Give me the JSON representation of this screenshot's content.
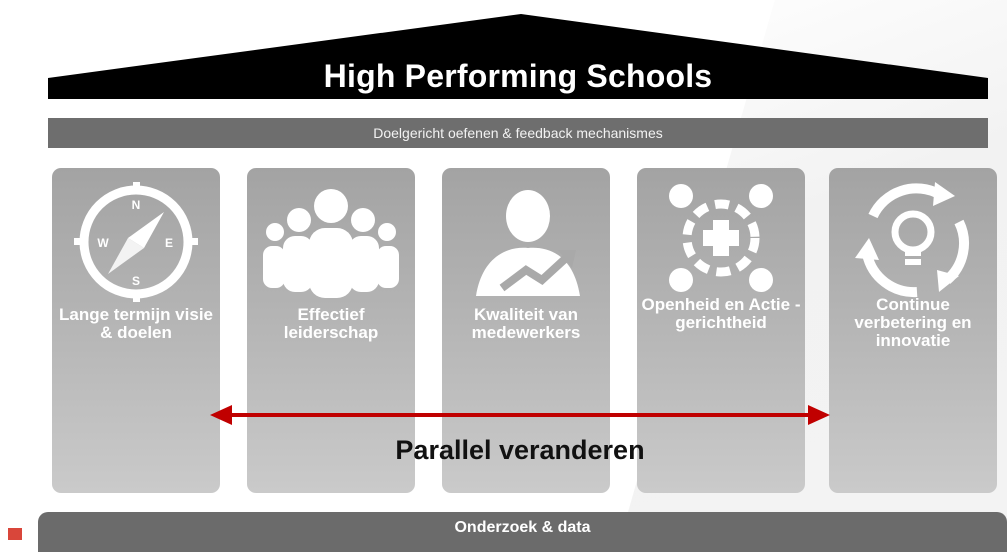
{
  "roof": {
    "title": "High Performing Schools"
  },
  "beam": {
    "label": "Doelgericht oefenen & feedback mechanismes"
  },
  "pillars": [
    {
      "label": "Lange termijn visie & doelen",
      "icon": "compass-icon",
      "compass": {
        "n": "N",
        "e": "E",
        "s": "S",
        "w": "W"
      }
    },
    {
      "label": "Effectief leiderschap",
      "icon": "team-icon"
    },
    {
      "label": "Kwaliteit van medewerkers",
      "icon": "person-growth-icon"
    },
    {
      "label": "Openheid en Actie - gerichtheid",
      "icon": "network-plus-icon"
    },
    {
      "label": "Continue verbetering en innovatie",
      "icon": "lightbulb-cycle-icon"
    }
  ],
  "arrow": {
    "label": "Parallel veranderen",
    "color": "#c00000"
  },
  "floor": {
    "label": "Onderzoek & data"
  },
  "colors": {
    "roof": "#000000",
    "beam": "#6e6e6e",
    "pillar": "#b0b0b0",
    "floor": "#6b6b6b",
    "arrow": "#c00000"
  }
}
